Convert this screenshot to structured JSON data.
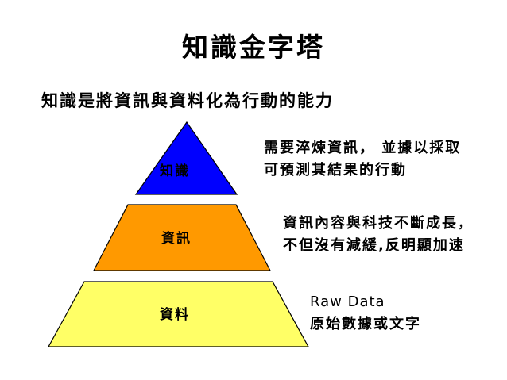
{
  "title": "知識金字塔",
  "subtitle": "知識是將資訊與資料化為行動的能力",
  "tiers": [
    {
      "label": "知識",
      "color": "#0000ff",
      "description": [
        "需要淬煉資訊， 並據以採取",
        "可預測其結果的行動"
      ]
    },
    {
      "label": "資訊",
      "color": "#ff9900",
      "description": [
        "資訊內容與科技不斷成長，",
        "不但沒有減緩,反明顯加速"
      ]
    },
    {
      "label": "資料",
      "color": "#ffff66",
      "description": [
        "Raw Data",
        "原始數據或文字"
      ]
    }
  ]
}
